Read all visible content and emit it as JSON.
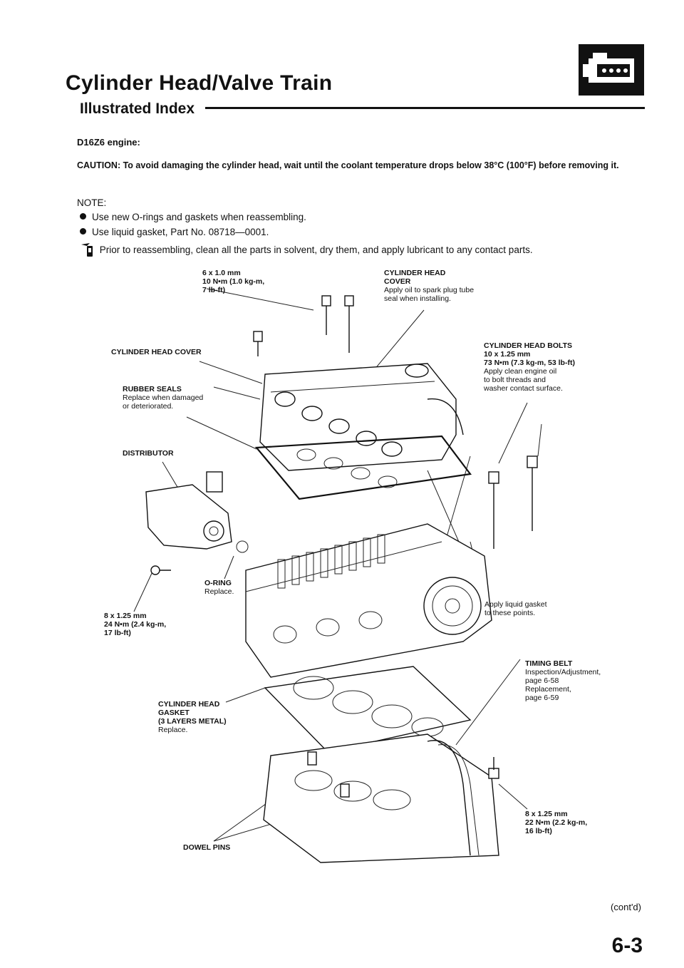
{
  "header": {
    "title": "Cylinder Head/Valve Train",
    "subtitle": "Illustrated Index",
    "section_icon": "engine-icon"
  },
  "engine_label": "D16Z6 engine:",
  "caution": {
    "lead": "CAUTION:",
    "text": "To avoid damaging the cylinder head, wait until the coolant temperature drops below 38°C (100°F) before removing it."
  },
  "note": {
    "heading": "NOTE:",
    "items": [
      "Use new O-rings and gaskets when reassembling.",
      "Use liquid gasket, Part No. 08718—0001.",
      "Prior to reassembling, clean all the parts in solvent, dry them, and apply lubricant to any contact parts."
    ]
  },
  "callouts": {
    "cover_bolt": {
      "l1": "6 x 1.0 mm",
      "l2": "10 N•m (1.0 kg-m,",
      "l3": "7 lb-ft)"
    },
    "head_cover_right": {
      "l1": "CYLINDER HEAD",
      "l2": "COVER",
      "l3": "Apply oil to spark plug tube",
      "l4": "seal when installing."
    },
    "head_cover_left": {
      "l1": "CYLINDER HEAD COVER"
    },
    "head_bolts": {
      "l1": "CYLINDER HEAD BOLTS",
      "l2": "10 x 1.25 mm",
      "l3": "73 N•m (7.3 kg-m, 53 lb-ft)",
      "l4": "Apply clean engine oil",
      "l5": "to bolt threads and",
      "l6": "washer contact surface."
    },
    "rubber_seals": {
      "l1": "RUBBER SEALS",
      "l2": "Replace when damaged",
      "l3": "or deteriorated."
    },
    "distributor": {
      "l1": "DISTRIBUTOR"
    },
    "oring": {
      "l1": "O-RING",
      "l2": "Replace."
    },
    "dist_bolt": {
      "l1": "8 x 1.25 mm",
      "l2": "24 N•m (2.4 kg-m,",
      "l3": "17 lb-ft)"
    },
    "liquid_gasket": {
      "l1": "Apply liquid gasket",
      "l2": "to these points."
    },
    "timing_belt": {
      "l1": "TIMING BELT",
      "l2": "Inspection/Adjustment,",
      "l3": "page 6-58",
      "l4": "Replacement,",
      "l5": "page 6-59"
    },
    "head_gasket": {
      "l1": "CYLINDER HEAD",
      "l2": "GASKET",
      "l3": "(3 LAYERS METAL)",
      "l4": "Replace."
    },
    "belt_bolt": {
      "l1": "8 x 1.25 mm",
      "l2": "22 N•m (2.2 kg-m,",
      "l3": "16 lb-ft)"
    },
    "dowel_pins": {
      "l1": "DOWEL PINS"
    }
  },
  "footer": {
    "contd": "(cont'd)",
    "page_number": "6-3"
  }
}
